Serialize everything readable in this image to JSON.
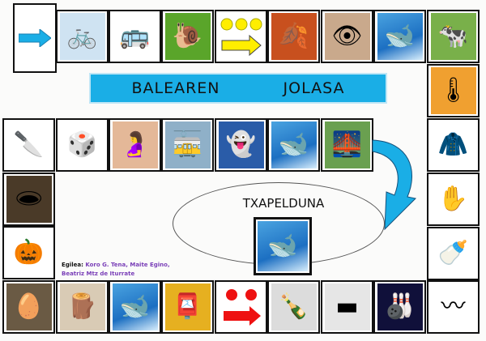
{
  "title": {
    "word1": "BALEAREN",
    "word2": "JOLASA"
  },
  "winner": {
    "label": "TXAPELDUNA",
    "icon": "orca-whale"
  },
  "credits": {
    "label": "Egilea:",
    "line1": "Koro G. Tena, Maite Egino,",
    "line2": "Beatriz Mtz de Iturrate"
  },
  "start": {
    "icon": "blue-arrow-right"
  },
  "colors": {
    "title_bg": "#1aaee6",
    "arrow_blue": "#1aaee6",
    "credits": "#7a3fb8"
  },
  "cells": [
    {
      "id": "bicycle",
      "glyph": "🚲",
      "bg": "#cfe3f2"
    },
    {
      "id": "bus",
      "glyph": "🚌",
      "bg": "#ffffff"
    },
    {
      "id": "snail",
      "glyph": "🐌",
      "bg": "#5aa52a"
    },
    {
      "id": "advance-three",
      "glyph": "",
      "bg": "#ffffff"
    },
    {
      "id": "autumn-forest",
      "glyph": "🍂",
      "bg": "#c8501e"
    },
    {
      "id": "eye",
      "glyph": "👁",
      "bg": "#c9a98c"
    },
    {
      "id": "orca",
      "glyph": "🐋",
      "bg": "whale"
    },
    {
      "id": "cow",
      "glyph": "🐄",
      "bg": "#79b04a"
    },
    {
      "id": "heat-thermometer",
      "glyph": "🌡",
      "bg": "#f0a030"
    },
    {
      "id": "coat",
      "glyph": "🧥",
      "bg": "#ffffff"
    },
    {
      "id": "hand",
      "glyph": "✋",
      "bg": "#ffffff"
    },
    {
      "id": "baby-bottle",
      "glyph": "🍼",
      "bg": "#ffffff"
    },
    {
      "id": "moustache",
      "glyph": "〰",
      "bg": "#ffffff"
    },
    {
      "id": "bowling",
      "glyph": "🎳",
      "bg": "#10103a"
    },
    {
      "id": "eraser",
      "glyph": "▬",
      "bg": "#e6e6e6"
    },
    {
      "id": "cognac",
      "glyph": "🍾",
      "bg": "#dcdcdc"
    },
    {
      "id": "go-back-two",
      "glyph": "",
      "bg": "#ffffff"
    },
    {
      "id": "mailbox",
      "glyph": "📮",
      "bg": "#e6b020"
    },
    {
      "id": "orca",
      "glyph": "🐋",
      "bg": "whale"
    },
    {
      "id": "logs",
      "glyph": "🪵",
      "bg": "#d9cbb5"
    },
    {
      "id": "nest-eggs",
      "glyph": "🥚",
      "bg": "#6a5a44"
    },
    {
      "id": "pumpkin",
      "glyph": "🎃",
      "bg": "#ffffff"
    },
    {
      "id": "cave",
      "glyph": "🕳",
      "bg": "#4a3a28"
    },
    {
      "id": "knife",
      "glyph": "🔪",
      "bg": "#ffffff"
    },
    {
      "id": "dice",
      "glyph": "🎲",
      "bg": "#ffffff"
    },
    {
      "id": "pregnant-belly",
      "glyph": "🤰",
      "bg": "#e4b898"
    },
    {
      "id": "tram",
      "glyph": "🚋",
      "bg": "#8fb0c8"
    },
    {
      "id": "ghost",
      "glyph": "👻",
      "bg": "#2a5ca8"
    },
    {
      "id": "orca",
      "glyph": "🐋",
      "bg": "whale"
    },
    {
      "id": "bridge-park",
      "glyph": "🌉",
      "bg": "#6aa050"
    }
  ]
}
